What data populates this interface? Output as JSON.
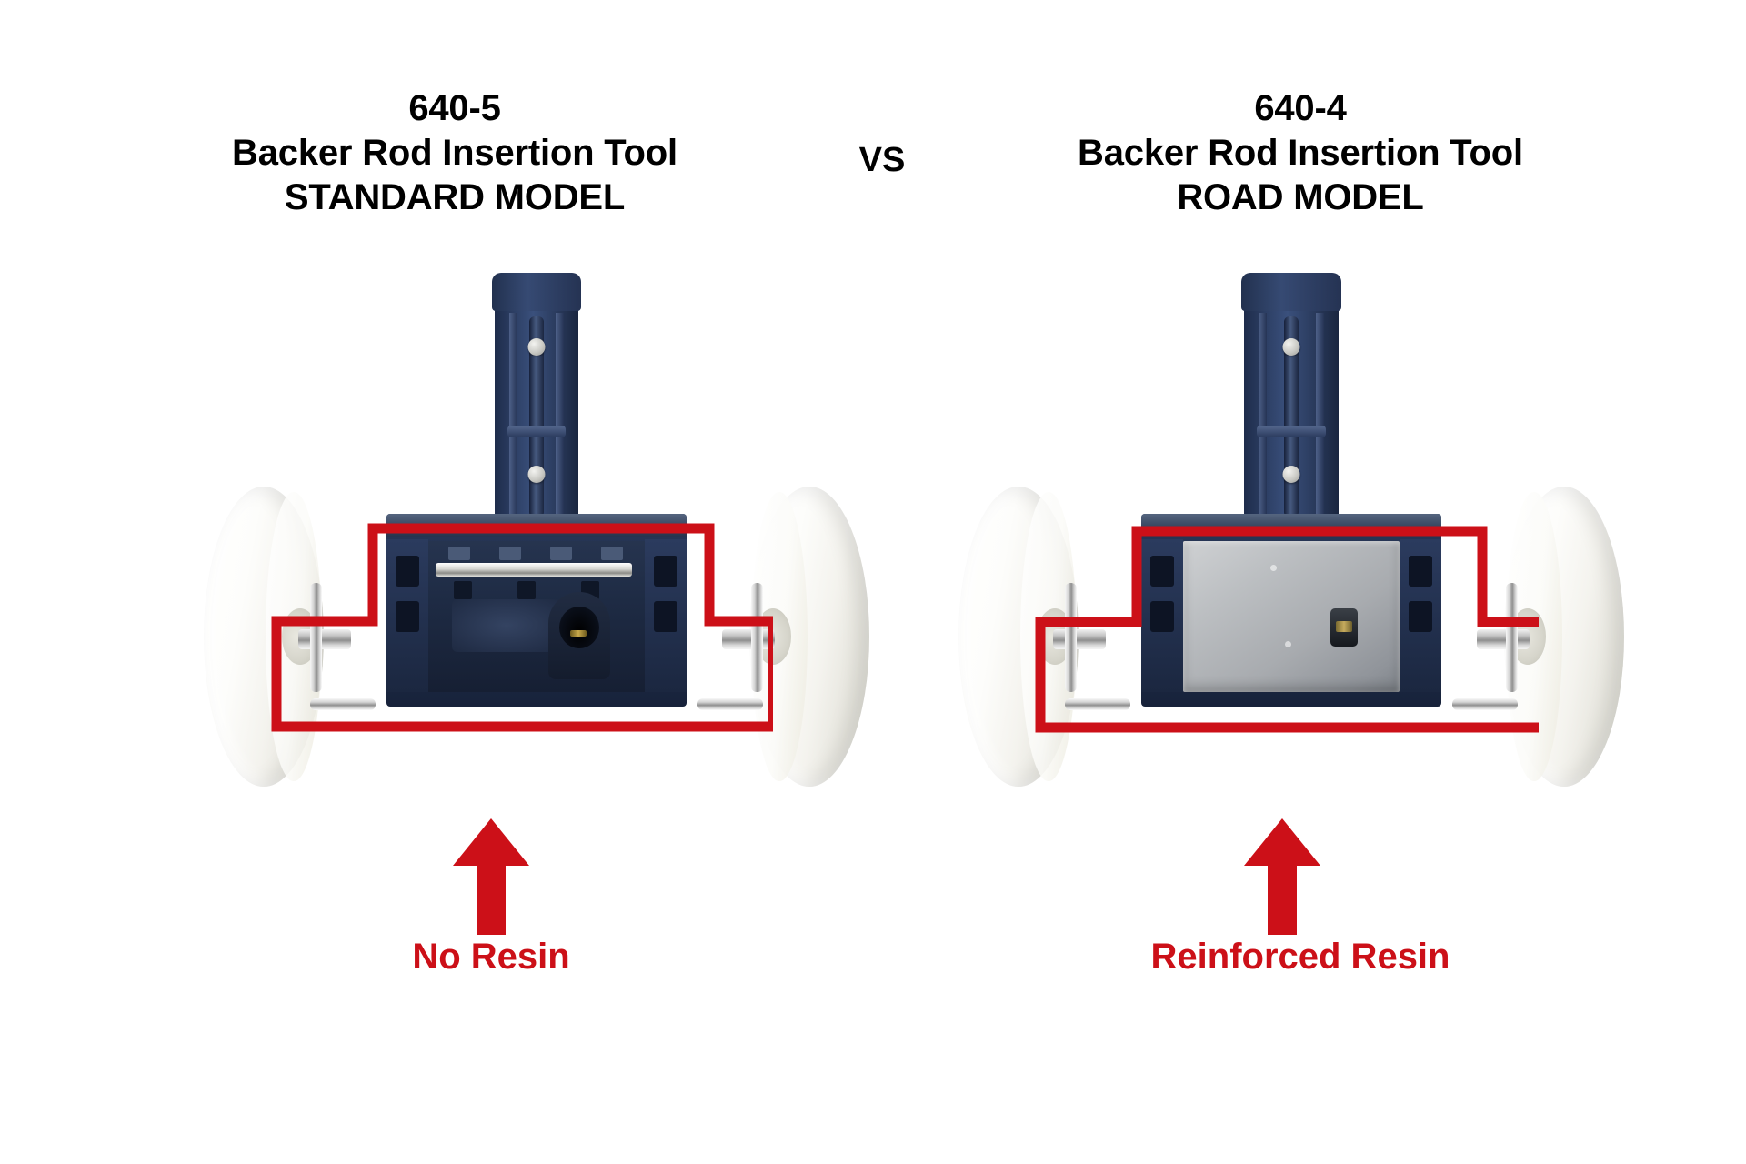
{
  "page": {
    "background_color": "#ffffff",
    "accent_red": "#cc1018",
    "product_blue": "#243352",
    "resin_gray": "#a8abaf",
    "wheel_white": "#f4f3ee"
  },
  "comparison": {
    "separator_label": "VS",
    "left": {
      "model_number": "640-5",
      "product_name": "Backer Rod Insertion Tool",
      "model_variant": "STANDARD MODEL",
      "callout_label": "No Resin",
      "callout_color": "#cc1018",
      "annotation": "red-highlight-box",
      "arrow": "up-arrow"
    },
    "right": {
      "model_number": "640-4",
      "product_name": "Backer Rod Insertion Tool",
      "model_variant": "ROAD MODEL",
      "callout_label": "Reinforced Resin",
      "callout_color": "#cc1018",
      "annotation": "red-highlight-box",
      "arrow": "up-arrow"
    }
  }
}
